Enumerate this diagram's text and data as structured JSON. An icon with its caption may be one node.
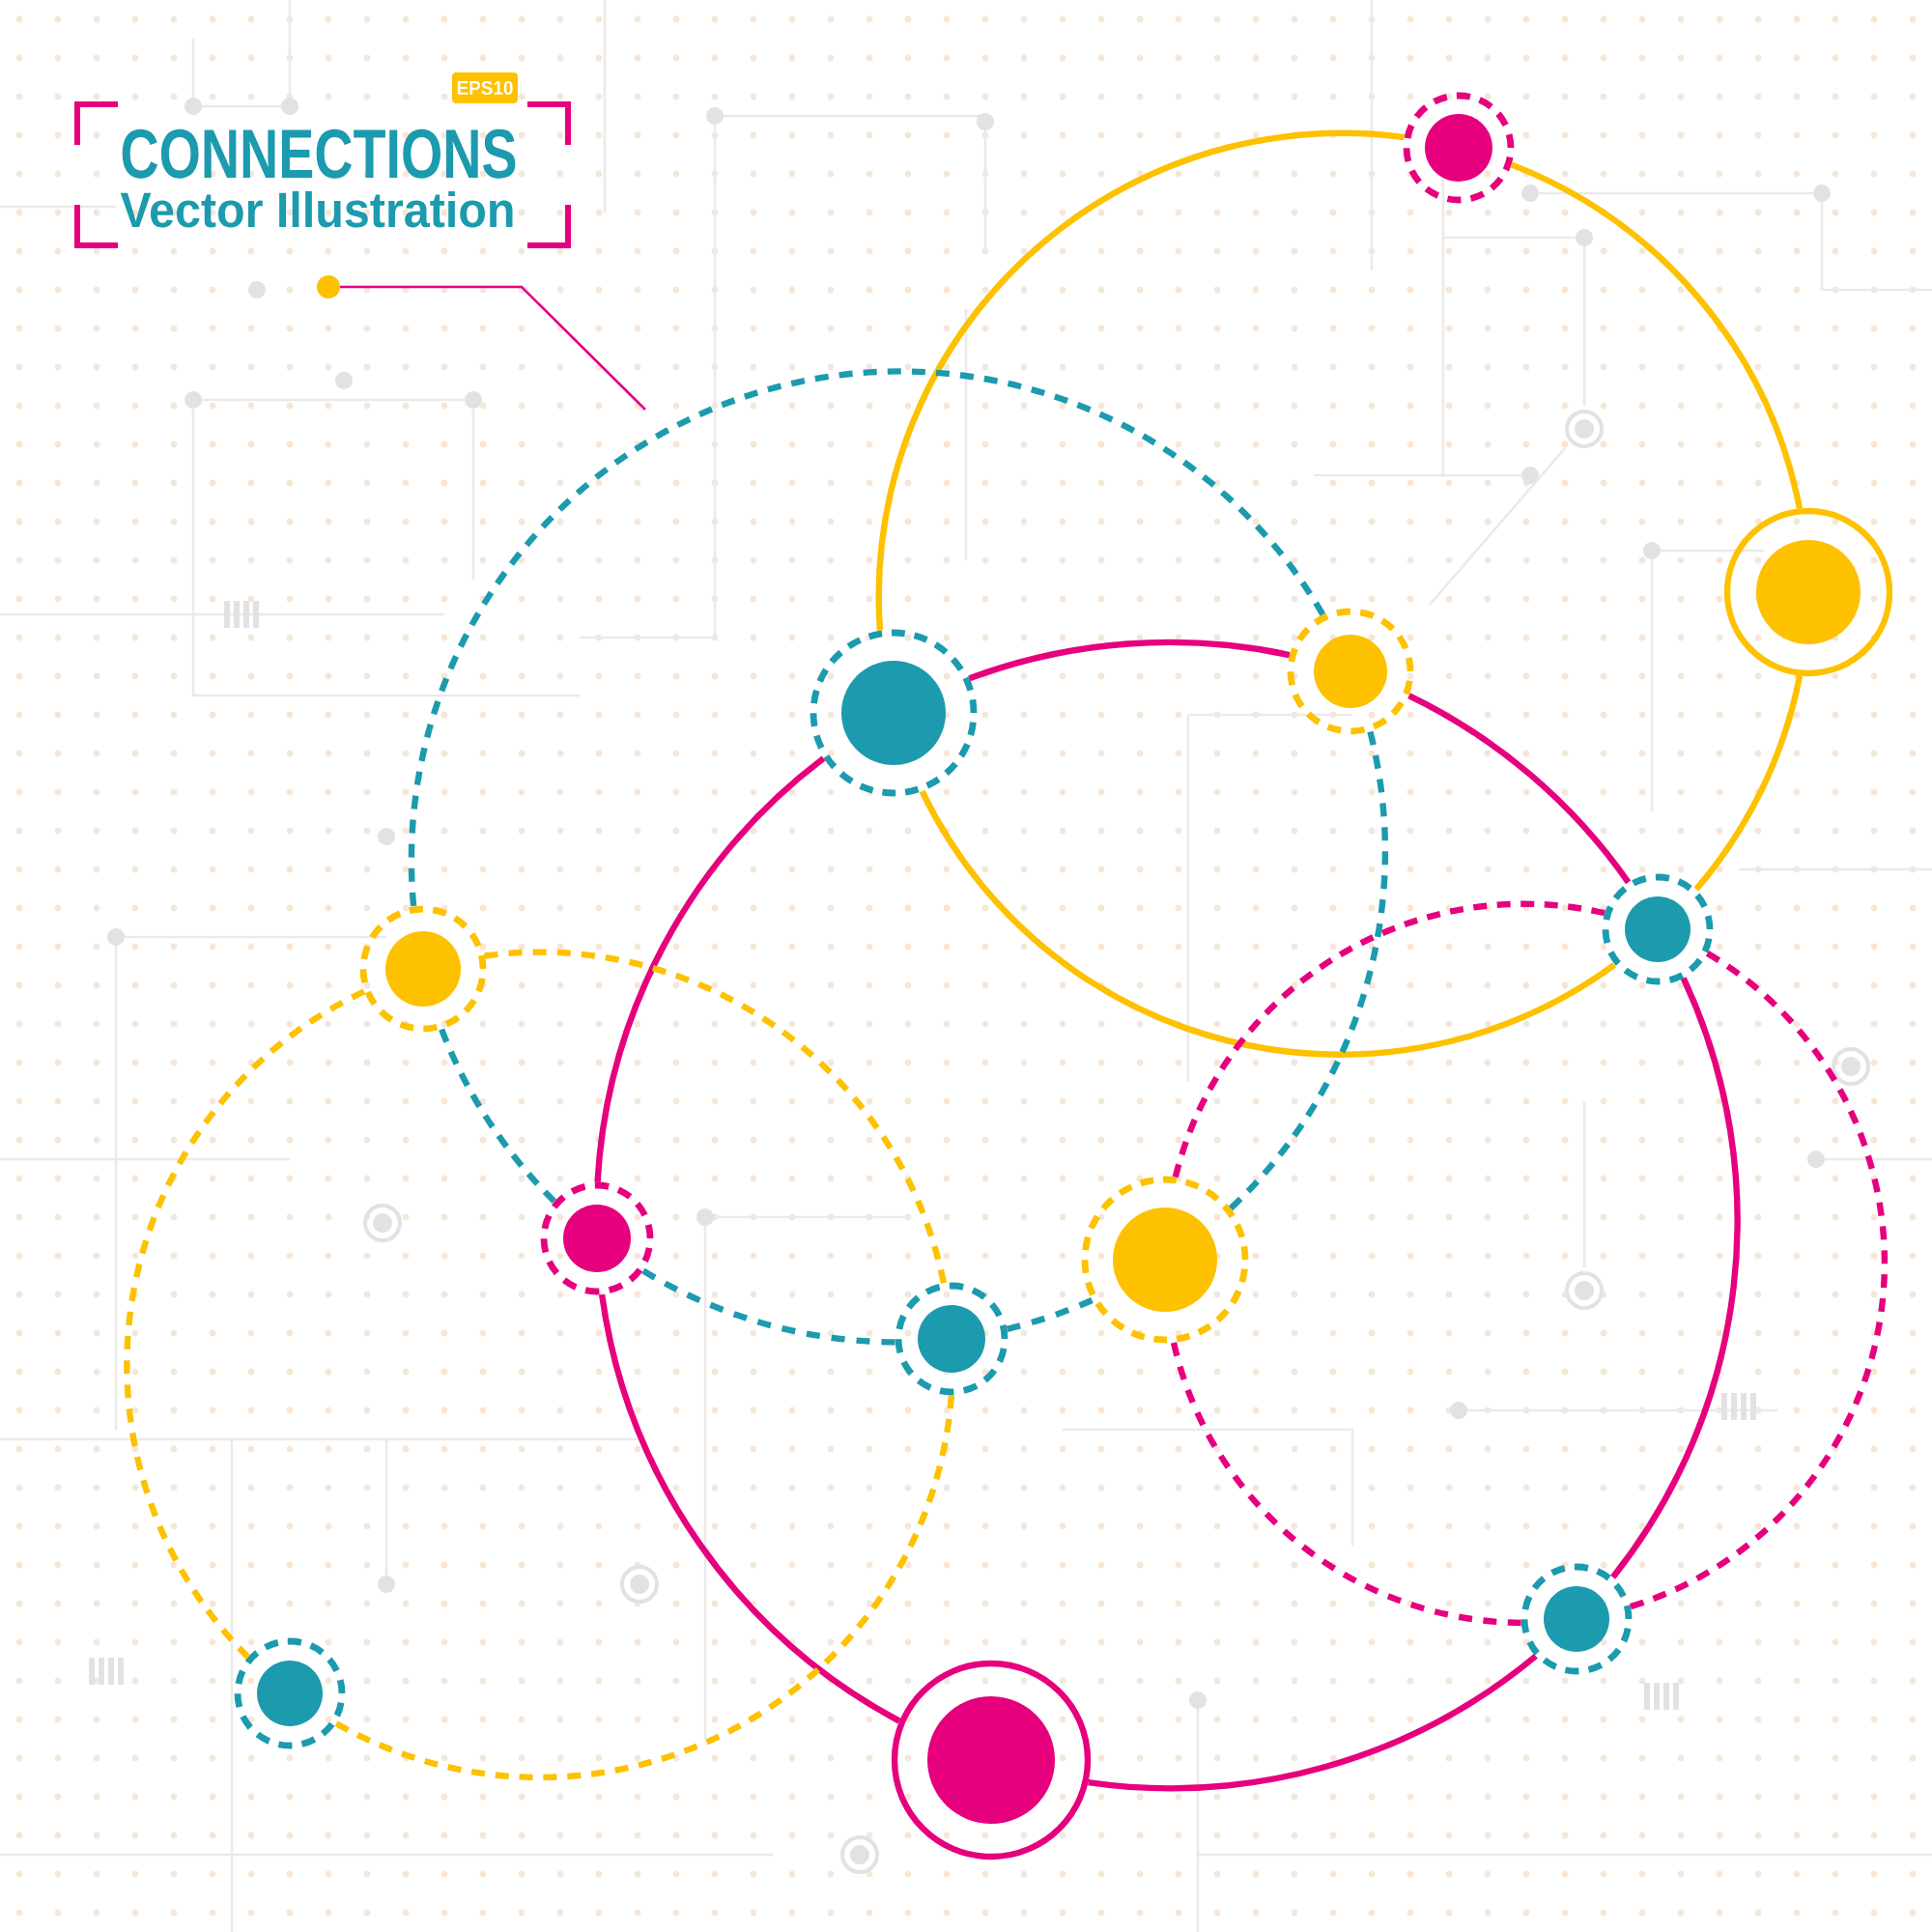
{
  "diagram": {
    "nodes": [
      {
        "text": [
          "CONNECTIONS",
          "Vector Illustration"
        ]
      },
      {
        "text": [
          "EPS10"
        ]
      },
      {
        "text": [],
        "shape": "circle"
      },
      {
        "text": [],
        "shape": "circle"
      },
      {
        "text": [],
        "shape": "circle"
      },
      {
        "text": [],
        "shape": "circle"
      },
      {
        "text": [],
        "shape": "circle"
      },
      {
        "text": [],
        "shape": "circle"
      },
      {
        "text": [],
        "shape": "circle"
      },
      {
        "text": [],
        "shape": "circle"
      },
      {
        "text": [],
        "shape": "circle"
      },
      {
        "text": [],
        "shape": "circle"
      },
      {
        "text": [],
        "shape": "circle"
      },
      {
        "text": [],
        "shape": "circle"
      },
      {
        "text": [],
        "shape": "circle"
      }
    ],
    "edges": [
      {
        "from": 4,
        "to": 3,
        "arrow": "none",
        "color": "#fdc100"
      },
      {
        "from": 3,
        "to": 6,
        "arrow": "none",
        "color": "#fdc100"
      },
      {
        "from": 6,
        "to": 7,
        "arrow": "none",
        "color": "#fdc100"
      },
      {
        "from": 7,
        "to": 4,
        "arrow": "none",
        "color": "#fdc100"
      },
      {
        "from": 7,
        "to": 5,
        "arrow": "none",
        "color": "#e6007e"
      },
      {
        "from": 5,
        "to": 6,
        "arrow": "none",
        "color": "#e6007e"
      },
      {
        "from": 6,
        "to": 9,
        "arrow": "none",
        "color": "#e6007e"
      },
      {
        "from": 9,
        "to": 14,
        "arrow": "none",
        "color": "#e6007e"
      },
      {
        "from": 14,
        "to": 12,
        "arrow": "none",
        "color": "#e6007e"
      },
      {
        "from": 12,
        "to": 7,
        "arrow": "none",
        "color": "#e6007e"
      },
      {
        "from": 5,
        "to": 8,
        "arrow": "none",
        "style": "dashed",
        "color": "#1c9aae"
      },
      {
        "from": 8,
        "to": 9,
        "arrow": "none",
        "style": "dashed",
        "color": "#1c9aae"
      },
      {
        "from": 9,
        "to": 11,
        "arrow": "none",
        "style": "dashed",
        "color": "#1c9aae"
      },
      {
        "from": 11,
        "to": 10,
        "arrow": "none",
        "style": "dashed",
        "color": "#1c9aae"
      },
      {
        "from": 10,
        "to": 5,
        "arrow": "none",
        "style": "dashed",
        "color": "#1c9aae"
      },
      {
        "from": 11,
        "to": 8,
        "arrow": "none",
        "style": "dashed",
        "color": "#fdc100"
      },
      {
        "from": 8,
        "to": 13,
        "arrow": "none",
        "style": "dashed",
        "color": "#fdc100"
      },
      {
        "from": 13,
        "to": 11,
        "arrow": "none",
        "style": "dashed",
        "color": "#fdc100"
      },
      {
        "from": 7,
        "to": 10,
        "arrow": "none",
        "style": "dashed",
        "color": "#e6007e"
      },
      {
        "from": 10,
        "to": 12,
        "arrow": "none",
        "style": "dashed",
        "color": "#e6007e"
      },
      {
        "from": 12,
        "to": 7,
        "arrow": "none",
        "style": "dashed",
        "color": "#e6007e"
      },
      {
        "from": 2,
        "to": null,
        "arrow": "none",
        "color": "#e6007e"
      }
    ]
  }
}
